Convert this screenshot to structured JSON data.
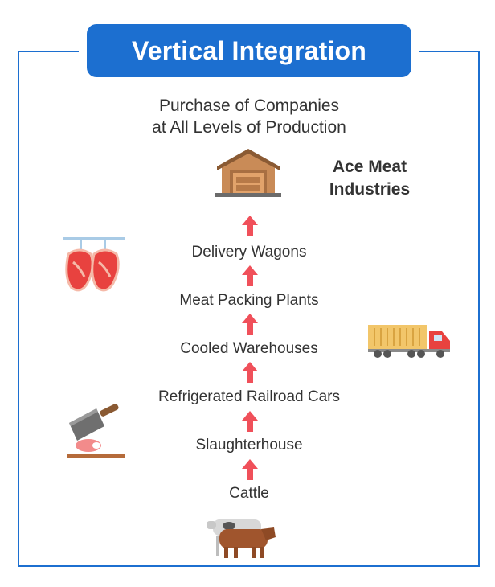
{
  "title": "Vertical Integration",
  "subtitle": [
    "Purchase of Companies",
    "at All Levels of Production"
  ],
  "company": [
    "Ace Meat",
    "Industries"
  ],
  "steps": [
    "Delivery Wagons",
    "Meat Packing Plants",
    "Cooled Warehouses",
    "Refrigerated Railroad Cars",
    "Slaughterhouse",
    "Cattle"
  ],
  "colors": {
    "accent_blue": "#1c6fd0",
    "arrow_red": "#f0505a",
    "text": "#333333"
  },
  "icons": [
    "warehouse-icon",
    "hanging-meat-icon",
    "truck-icon",
    "cleaver-icon",
    "cattle-icon"
  ]
}
